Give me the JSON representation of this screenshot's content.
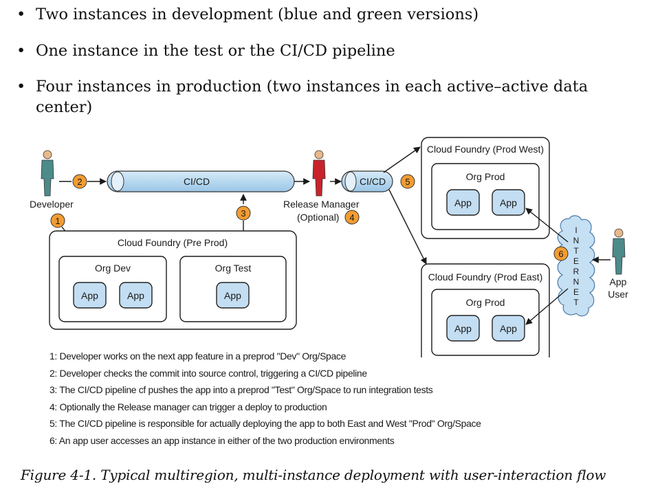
{
  "bullets": [
    "Two instances in development (blue and green versions)",
    "One instance in the test or the CI/CD pipeline",
    "Four instances in production (two instances in each active–active data",
    "center)"
  ],
  "diagram": {
    "developer_label": "Developer",
    "cicd_main_label": "CI/CD",
    "release_manager_label": "Release Manager",
    "release_manager_optional": "(Optional)",
    "cicd_small_label": "CI/CD",
    "preprod_title": "Cloud Foundry (Pre Prod)",
    "org_dev_title": "Org Dev",
    "org_test_title": "Org Test",
    "prod_west_title": "Cloud Foundry (Prod West)",
    "prod_east_title": "Cloud Foundry (Prod East)",
    "org_prod_title": "Org Prod",
    "app_label": "App",
    "internet_letters": [
      "I",
      "N",
      "T",
      "E",
      "R",
      "N",
      "E",
      "T"
    ],
    "app_user_label_1": "App",
    "app_user_label_2": "User",
    "steps": [
      "1",
      "2",
      "3",
      "4",
      "5",
      "6"
    ]
  },
  "notes": [
    "1: Developer works on the next app feature in a preprod \"Dev\" Org/Space",
    "2: Developer checks the commit into source control, triggering a CI/CD pipeline",
    "3: The CI/CD pipeline cf pushes the app into a preprod \"Test\" Org/Space to run integration tests",
    "4: Optionally the Release manager can trigger a deploy to production",
    "5: The CI/CD pipeline is responsible for actually deploying the app to both East and West \"Prod\" Org/Space",
    "6: An app user accesses an app instance in either of the two production environments"
  ],
  "caption": "Figure 4-1. Typical multiregion, multi-instance deployment with user-interaction flow",
  "colors": {
    "pipe_fill": "#b7d8ef",
    "app_fill": "#c3ddf2",
    "step_fill": "#f39c32",
    "developer_body": "#4d8a8a",
    "release_manager_body": "#c8232a",
    "cloud_fill": "#c5dff3"
  }
}
